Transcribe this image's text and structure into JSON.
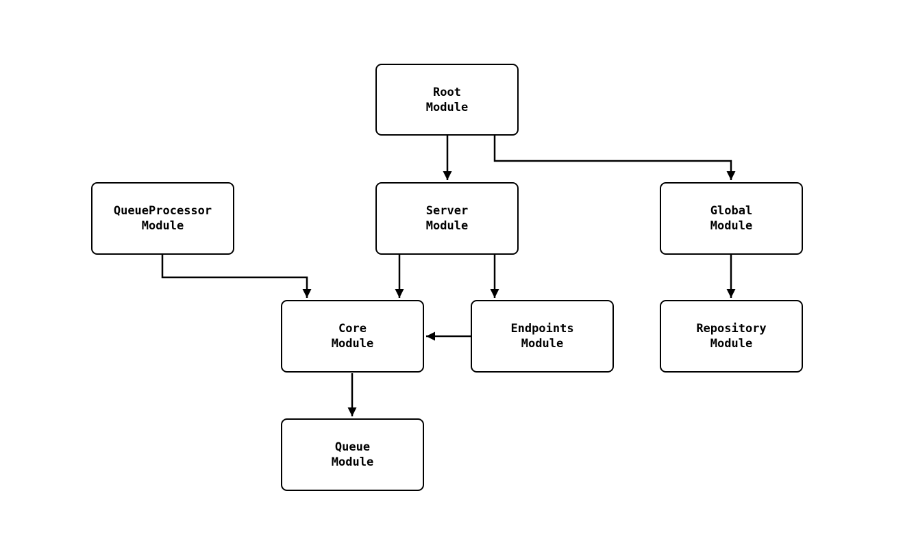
{
  "diagram": {
    "type": "module-dependency-graph",
    "colors": {
      "background": "#ffffff",
      "node_fill": "#ffffff",
      "node_border": "#000000",
      "edge": "#000000"
    },
    "nodes": {
      "root": {
        "line1": "Root",
        "line2": "Module"
      },
      "queueprocessor": {
        "line1": "QueueProcessor",
        "line2": "Module"
      },
      "server": {
        "line1": "Server",
        "line2": "Module"
      },
      "global": {
        "line1": "Global",
        "line2": "Module"
      },
      "core": {
        "line1": "Core",
        "line2": "Module"
      },
      "endpoints": {
        "line1": "Endpoints",
        "line2": "Module"
      },
      "repository": {
        "line1": "Repository",
        "line2": "Module"
      },
      "queue": {
        "line1": "Queue",
        "line2": "Module"
      }
    },
    "edges": [
      {
        "from": "Root Module",
        "to": "Server Module"
      },
      {
        "from": "Root Module",
        "to": "Global Module"
      },
      {
        "from": "QueueProcessor Module",
        "to": "Core Module"
      },
      {
        "from": "Server Module",
        "to": "Core Module"
      },
      {
        "from": "Server Module",
        "to": "Endpoints Module"
      },
      {
        "from": "Endpoints Module",
        "to": "Core Module"
      },
      {
        "from": "Global Module",
        "to": "Repository Module"
      },
      {
        "from": "Core Module",
        "to": "Queue Module"
      }
    ]
  }
}
